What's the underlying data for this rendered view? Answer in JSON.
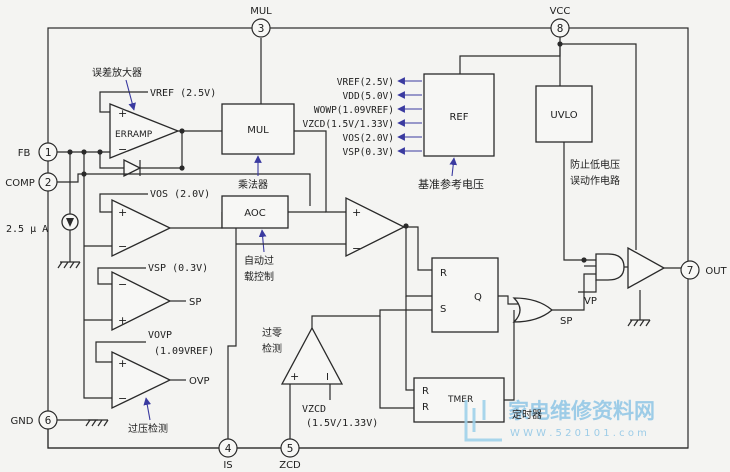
{
  "pins": {
    "mul": {
      "number": "3",
      "label": "MUL"
    },
    "vcc": {
      "number": "8",
      "label": "VCC"
    },
    "fb": {
      "number": "1",
      "label": "FB"
    },
    "comp": {
      "number": "2",
      "label": "COMP"
    },
    "gnd": {
      "number": "6",
      "label": "GND"
    },
    "is": {
      "number": "4",
      "label": "IS"
    },
    "zcd": {
      "number": "5",
      "label": "ZCD"
    },
    "out": {
      "number": "7",
      "label": "OUT"
    }
  },
  "blocks": {
    "erramp": {
      "label": "ERRAMP",
      "caption": "误差放大器",
      "ref": "VREF (2.5V)"
    },
    "mul": {
      "label": "MUL",
      "caption": "乘法器"
    },
    "aoc": {
      "label": "AOC",
      "caption_line1": "自动过",
      "caption_line2": "载控制"
    },
    "ref": {
      "label": "REF",
      "caption": "基准参考电压"
    },
    "uvlo": {
      "label": "UVLO",
      "caption_line1": "防止低电压",
      "caption_line2": "误动作电路"
    },
    "timer": {
      "label": "TMER",
      "caption": "定时器"
    },
    "sr": {
      "r": "R",
      "s": "S",
      "q": "Q"
    },
    "timer_pins": {
      "r1": "R",
      "r2": "R"
    }
  },
  "ref_outputs": [
    "VREF(2.5V)",
    "VDD(5.0V)",
    "WOWP(1.09VREF)",
    "VZCD(1.5V/1.33V)",
    "VOS(2.0V)",
    "VSP(0.3V)"
  ],
  "comparators": {
    "vos": {
      "ref": "VOS (2.0V)"
    },
    "sp": {
      "ref": "VSP (0.3V)",
      "out": "SP"
    },
    "ovp": {
      "ref_line1": "VOVP",
      "ref_line2": "(1.09VREF)",
      "out": "OVP",
      "caption": "过压检测"
    },
    "zcd": {
      "caption_line1": "过零",
      "caption_line2": "检测",
      "ref_line1": "VZCD",
      "ref_line2": "(1.5V/1.33V)"
    }
  },
  "current_source": "2.5 μ A",
  "gate_labels": {
    "vp": "VP",
    "sp": "SP"
  },
  "plus": "+",
  "minus": "−",
  "watermark": {
    "text": "家电维修资料网",
    "url": "W W W . 5 2 0 1 0 1 . c o m"
  }
}
